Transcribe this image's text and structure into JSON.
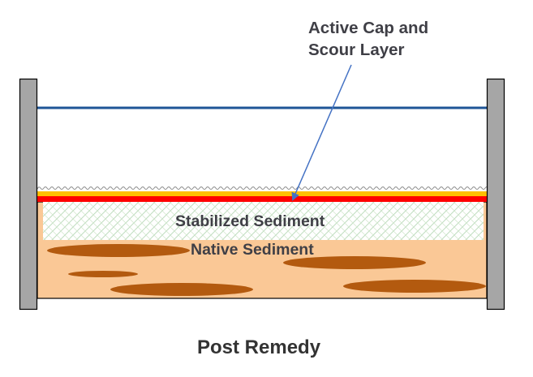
{
  "diagram": {
    "title": "Post Remedy",
    "labels": {
      "active_cap_line1": "Active Cap and",
      "active_cap_line2": "Scour Layer",
      "stabilized_sediment": "Stabilized Sediment",
      "native_sediment": "Native Sediment"
    },
    "layers": [
      {
        "name": "Water Surface",
        "color": "#1F5597"
      },
      {
        "name": "Scour Layer",
        "color": "#FFC000"
      },
      {
        "name": "Active Cap",
        "color": "#FF0000"
      },
      {
        "name": "Stabilized Sediment",
        "color": "#C8E6C8"
      },
      {
        "name": "Native Sediment",
        "color": "#FAC896"
      },
      {
        "name": "Contaminant Lenses",
        "color": "#B35A0F"
      }
    ],
    "colors": {
      "wall": "#A6A6A6",
      "arrow": "#4472C4",
      "text": "#3F3F46"
    }
  }
}
